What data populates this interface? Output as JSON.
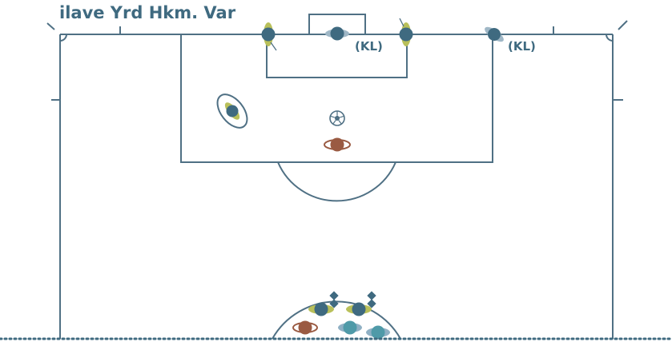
{
  "title": "ilave Yrd Hkm. Var",
  "referee_tags": [
    "(KL)",
    "(KL)"
  ],
  "colors": {
    "line": "#4f7084",
    "title": "#3f6a80",
    "player_head": "#3f6a80",
    "player_head_light": "#9fb7c6",
    "shoulder_green": "#b9c05a",
    "shoulder_blue": "#8fb0c4",
    "coach_brown": "#9a5a42",
    "teal_player": "#4f9aa8",
    "dotted_line": "#3f6a80"
  },
  "icons": [
    "ball-icon",
    "flag-icon",
    "player-icon",
    "referee-icon"
  ]
}
